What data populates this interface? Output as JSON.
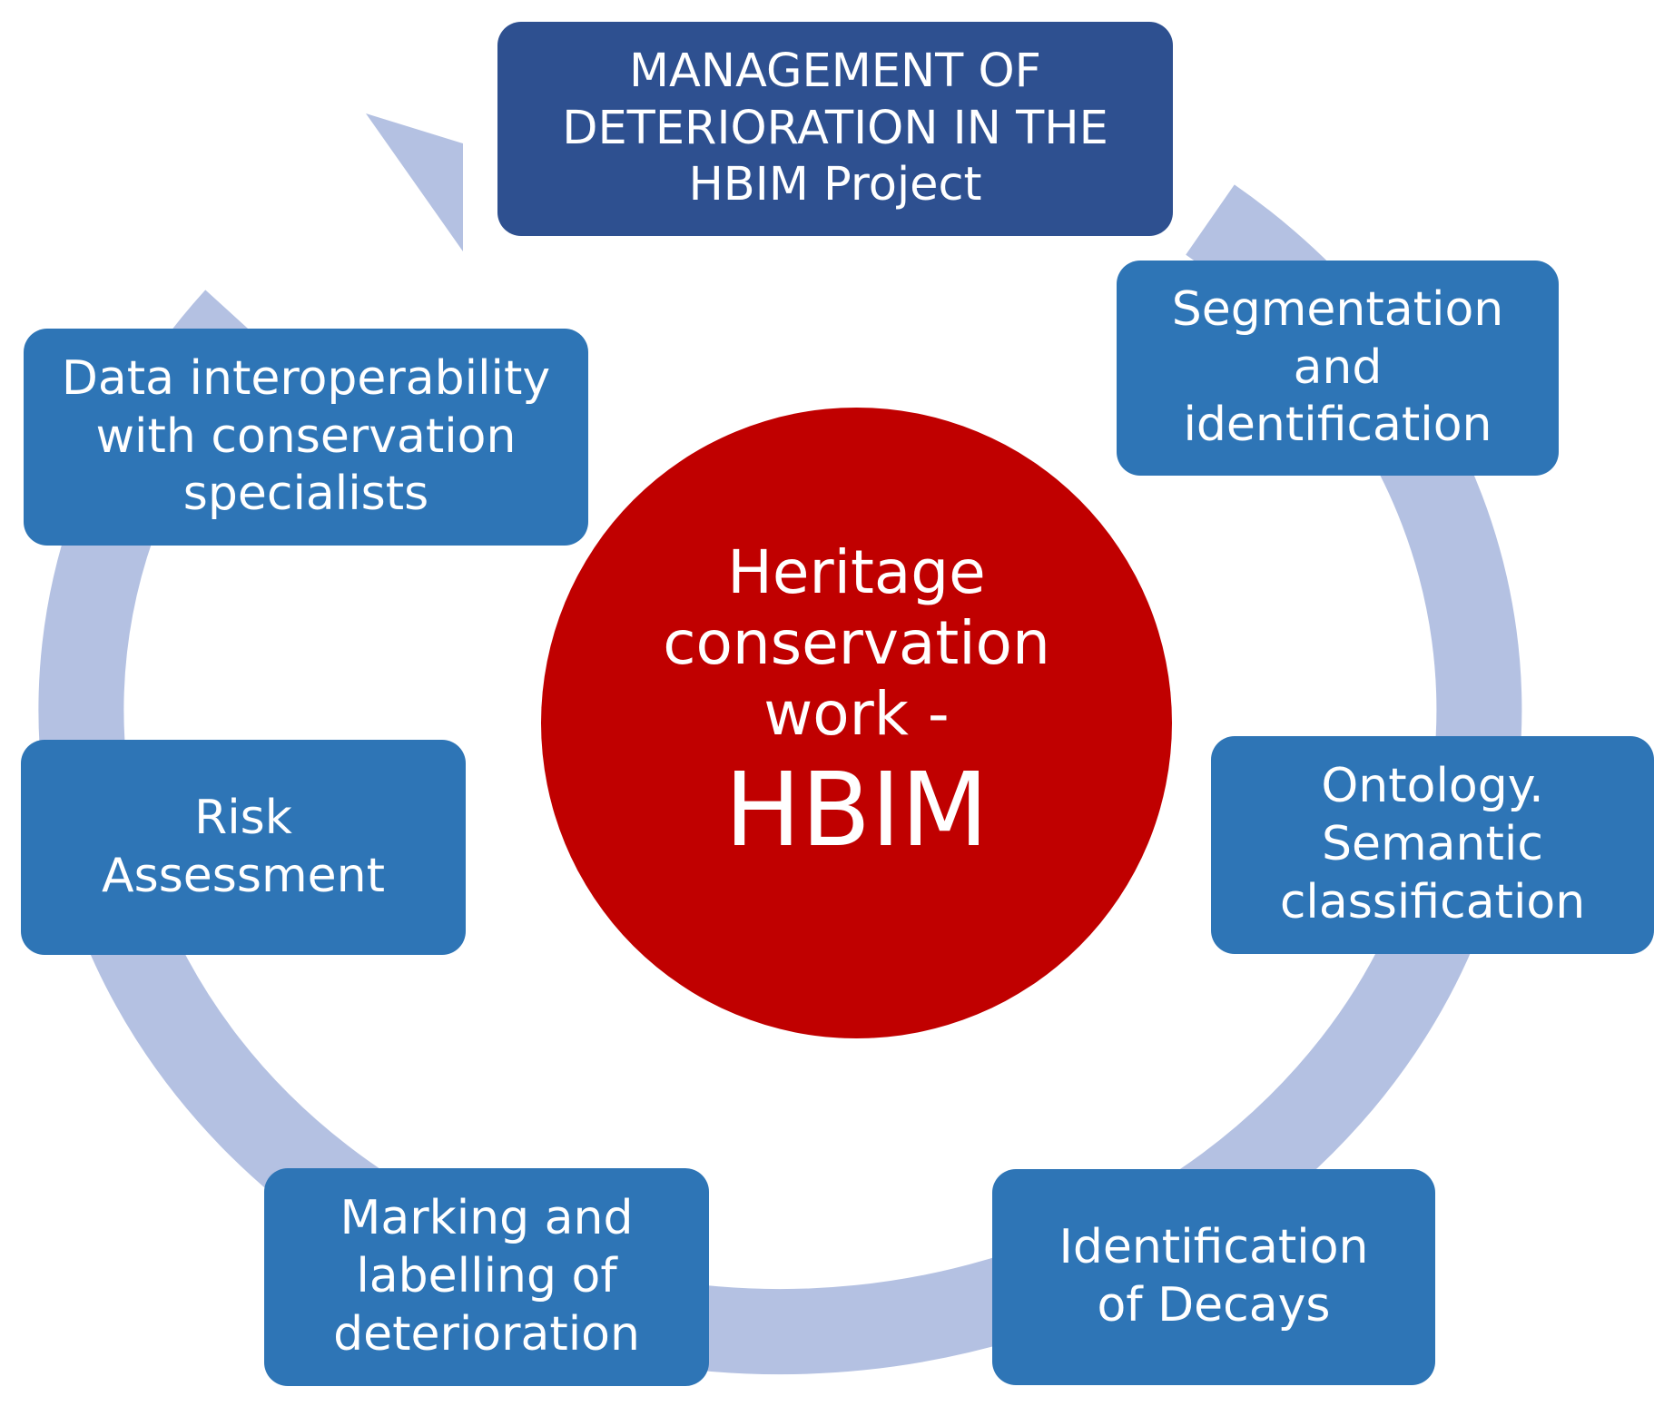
{
  "colors": {
    "ring": "#b4c1e2",
    "top_box": "#2e5090",
    "step_box": "#2e75b6",
    "center": "#c00000",
    "text": "#ffffff"
  },
  "center": {
    "line1": "Heritage",
    "line2": "conservation",
    "line3": "work -",
    "line4": "HBIM"
  },
  "nodes": {
    "management": {
      "lines": [
        "MANAGEMENT OF",
        "DETERIORATION IN THE",
        "HBIM Project"
      ]
    },
    "segmentation": {
      "lines": [
        "Segmentation",
        "and",
        "identification"
      ]
    },
    "ontology": {
      "lines": [
        "Ontology.",
        "Semantic",
        "classification"
      ]
    },
    "decays": {
      "lines": [
        "Identification",
        "of Decays"
      ]
    },
    "marking": {
      "lines": [
        "Marking and",
        "labelling of",
        "deterioration"
      ]
    },
    "risk": {
      "lines": [
        "Risk",
        "Assessment"
      ]
    },
    "interoperability": {
      "lines": [
        "Data interoperability",
        "with conservation",
        "specialists"
      ]
    }
  }
}
